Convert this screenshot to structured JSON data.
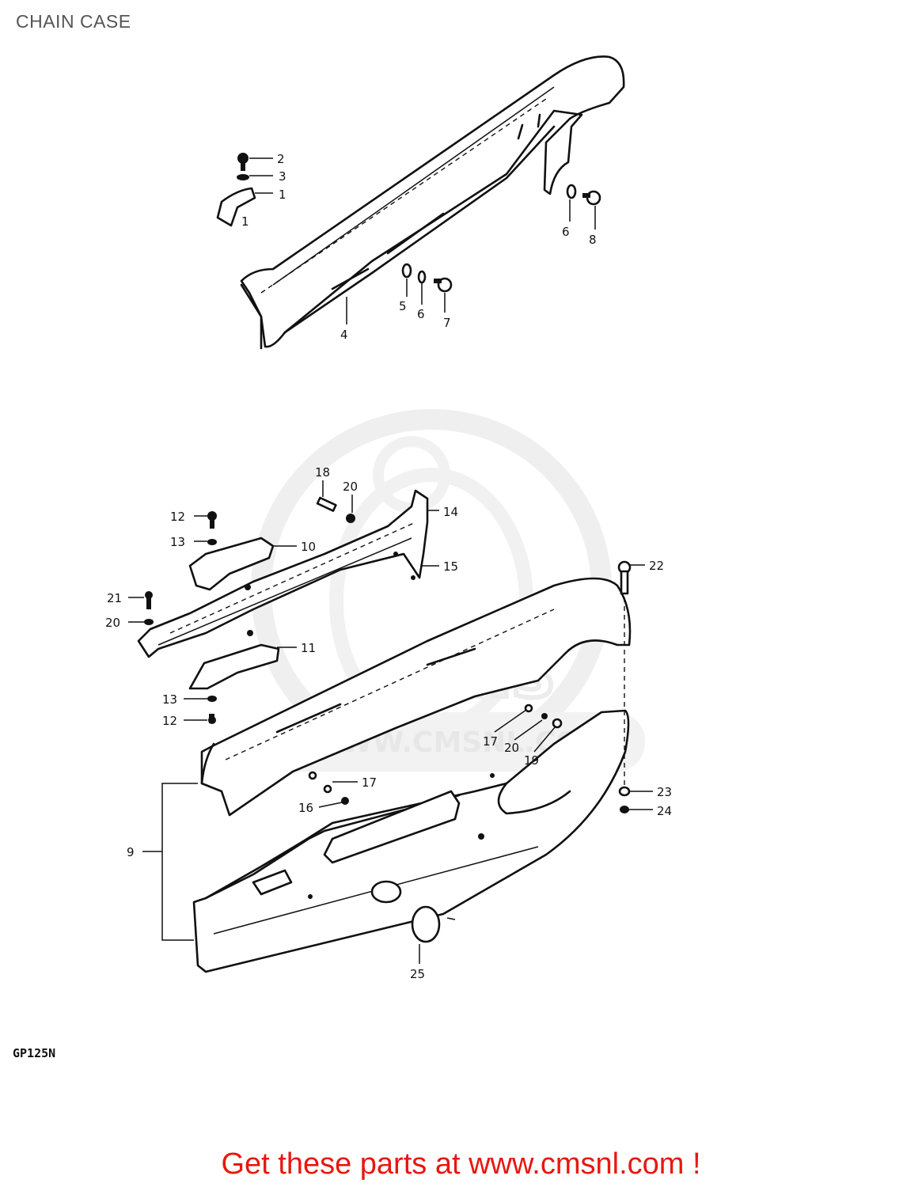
{
  "page": {
    "title": "CHAIN CASE",
    "model": "GP125N",
    "footer_link": "Get these parts at www.cmsnl.com !"
  },
  "watermark": {
    "text": "WWW.CMSNL.COM",
    "brand": "cms"
  },
  "callouts": {
    "c1a": "1",
    "c1b": "1",
    "c2": "2",
    "c3": "3",
    "c4": "4",
    "c5": "5",
    "c6a": "6",
    "c6b": "6",
    "c7": "7",
    "c8": "8",
    "c9": "9",
    "c10": "10",
    "c11": "11",
    "c12a": "12",
    "c12b": "12",
    "c13a": "13",
    "c13b": "13",
    "c14": "14",
    "c15": "15",
    "c16": "16",
    "c17a": "17",
    "c17b": "17",
    "c18": "18",
    "c19": "19",
    "c20a": "20",
    "c20b": "20",
    "c20c": "20",
    "c21": "21",
    "c22": "22",
    "c23": "23",
    "c24": "24",
    "c25": "25"
  },
  "colors": {
    "footer_link": "#e8170f",
    "title": "#555555",
    "watermark": "#e4e4e4"
  }
}
